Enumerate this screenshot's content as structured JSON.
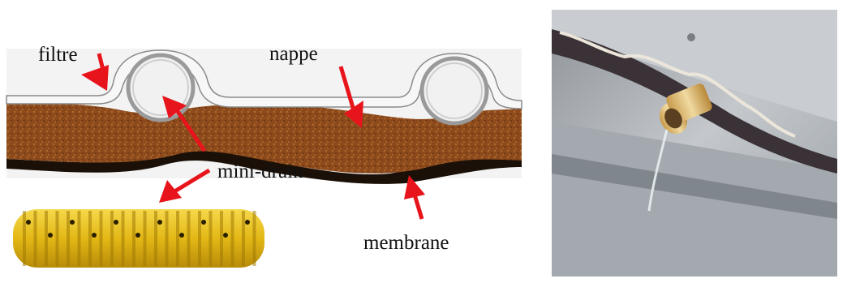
{
  "labels": {
    "filtre": "filtre",
    "nappe": "nappe",
    "mini_drain": "mini-drain",
    "membrane": "membrane"
  },
  "colors": {
    "arrow": "#e8141c",
    "soil": "#8b4a1e",
    "membrane_band": "#1a1008",
    "pipe_yellow": "#e8c21a",
    "photo_bg": "#b9bec4"
  },
  "icons": {
    "arrow": "red-arrow-icon",
    "pipe": "corrugated-pipe-icon"
  }
}
